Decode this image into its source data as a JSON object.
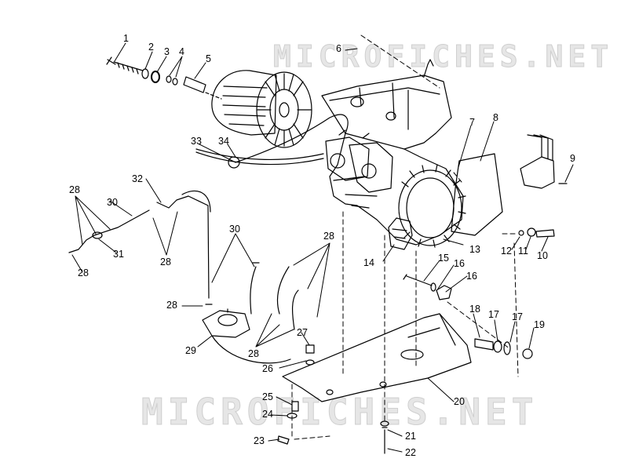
{
  "watermark": {
    "top": "MICROFICHES.NET",
    "bottom": "MICROFICHES.NET"
  },
  "callouts": [
    "1",
    "2",
    "3",
    "4",
    "5",
    "6",
    "7",
    "8",
    "9",
    "10",
    "11",
    "12",
    "13",
    "14",
    "15",
    "16",
    "16",
    "17",
    "17",
    "18",
    "19",
    "20",
    "21",
    "22",
    "23",
    "24",
    "25",
    "26",
    "27",
    "28",
    "28",
    "28",
    "28",
    "28",
    "28",
    "29",
    "30",
    "30",
    "31",
    "32",
    "33",
    "34"
  ],
  "colors": {
    "ink": "#000000",
    "watermark": "#e6e6e6",
    "background": "#ffffff"
  }
}
